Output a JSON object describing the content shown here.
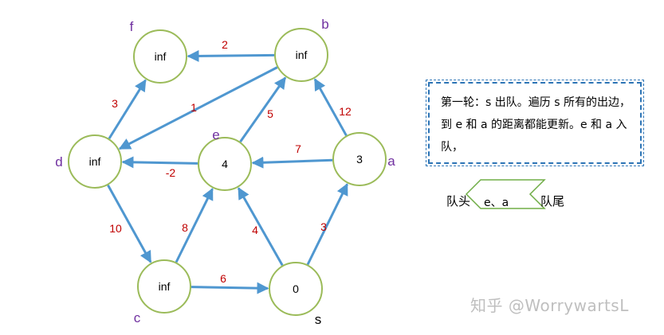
{
  "graph": {
    "nodes": [
      {
        "id": "f",
        "value": "inf"
      },
      {
        "id": "b",
        "value": "inf"
      },
      {
        "id": "d",
        "value": "inf"
      },
      {
        "id": "e",
        "value": "4"
      },
      {
        "id": "a",
        "value": "3"
      },
      {
        "id": "c",
        "value": "inf"
      },
      {
        "id": "s",
        "value": "0"
      }
    ],
    "edges": [
      {
        "from": "b",
        "to": "f",
        "weight": "2"
      },
      {
        "from": "d",
        "to": "f",
        "weight": "3"
      },
      {
        "from": "b",
        "to": "d",
        "weight": "1"
      },
      {
        "from": "e",
        "to": "b",
        "weight": "5"
      },
      {
        "from": "a",
        "to": "b",
        "weight": "12"
      },
      {
        "from": "a",
        "to": "e",
        "weight": "7"
      },
      {
        "from": "e",
        "to": "d",
        "weight": "-2"
      },
      {
        "from": "d",
        "to": "c",
        "weight": "10"
      },
      {
        "from": "c",
        "to": "e",
        "weight": "8"
      },
      {
        "from": "s",
        "to": "e",
        "weight": "4"
      },
      {
        "from": "s",
        "to": "a",
        "weight": "3"
      },
      {
        "from": "c",
        "to": "s",
        "weight": "6"
      }
    ]
  },
  "note": {
    "text": "第一轮：s 出队。遍历 s 所有的出边，到 e 和 a 的距离都能更新。e 和 a 入队，"
  },
  "queue": {
    "head_label": "队头",
    "contents": "e、a",
    "tail_label": "队尾",
    "border_color": "#70ad47"
  },
  "watermark": "知乎 @WorrywartsL",
  "colors": {
    "edge": "#4f97d0",
    "node_border": "#9bbb59",
    "weight": "#c00000",
    "node_label": "#7030a0",
    "note_border": "#2e75b6"
  }
}
